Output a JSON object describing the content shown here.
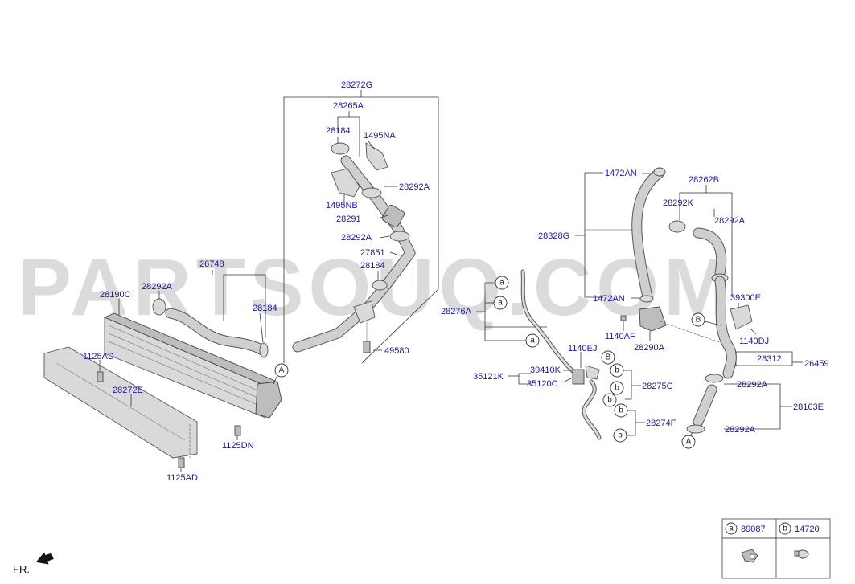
{
  "watermark": "PARTSOUQ.COM",
  "direction_label": "FR.",
  "parts": {
    "p28272G": "28272G",
    "p28265A": "28265A",
    "p28184_top": "28184",
    "p1495NA": "1495NA",
    "p1495NB": "1495NB",
    "p28292A_a": "28292A",
    "p28291": "28291",
    "p28292A_b": "28292A",
    "p27851": "27851",
    "p28184_mid": "28184",
    "p49580": "49580",
    "p26748": "26748",
    "p28292A_c": "28292A",
    "p28190C": "28190C",
    "p28184_left": "28184",
    "p1125AD_a": "1125AD",
    "p28272E": "28272E",
    "p1125DN": "1125DN",
    "p1125AD_b": "1125AD",
    "p1472AN_top": "1472AN",
    "p28328G": "28328G",
    "p1472AN_bot": "1472AN",
    "p28262B": "28262B",
    "p28292K": "28292K",
    "p28292A_d": "28292A",
    "p39300E": "39300E",
    "p28276A": "28276A",
    "p1140AF": "1140AF",
    "p28290A": "28290A",
    "p1140DJ": "1140DJ",
    "p1140EJ": "1140EJ",
    "p28312": "28312",
    "p26459": "26459",
    "p39410K": "39410K",
    "p35121K": "35121K",
    "p35120C": "35120C",
    "p28275C": "28275C",
    "p28292A_e": "28292A",
    "p28163E": "28163E",
    "p28274F": "28274F",
    "p28292A_f": "28292A"
  },
  "callouts": {
    "A": "A",
    "B": "B",
    "a": "a",
    "b": "b"
  },
  "legend": {
    "a_code": "89087",
    "b_code": "14720"
  }
}
